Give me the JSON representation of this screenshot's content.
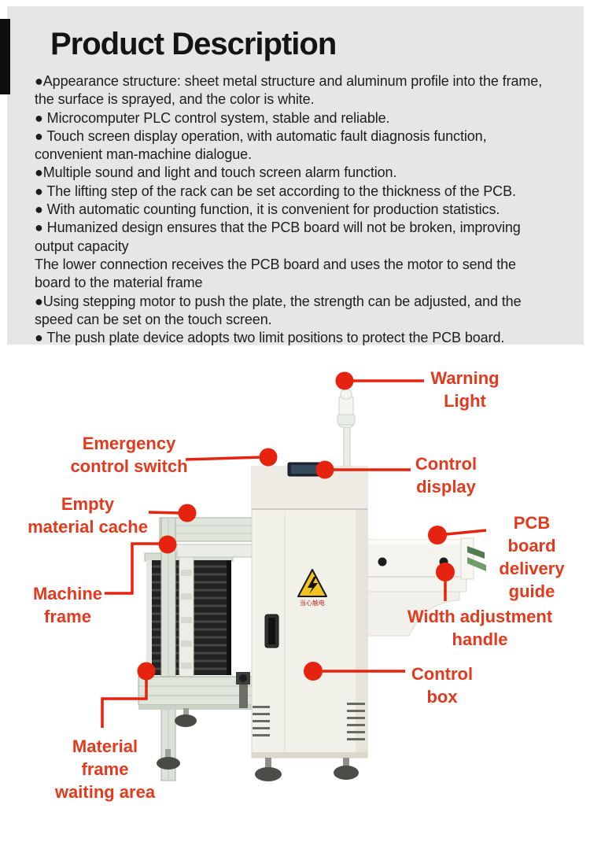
{
  "header": {
    "title": "Product Description"
  },
  "features": {
    "lines": [
      "●Appearance structure: sheet metal structure and aluminum profile into the frame,",
      "the surface is sprayed, and the color is white.",
      "● Microcomputer PLC control system, stable and reliable.",
      "● Touch screen display operation, with automatic fault diagnosis function,",
      "convenient man-machine dialogue.",
      "●Multiple sound and light and touch screen alarm function.",
      "● The lifting step of the rack can be set according to the thickness of the PCB.",
      "● With automatic counting function, it is convenient for production statistics.",
      "● Humanized design ensures that the PCB board will not be broken, improving",
      "output capacity",
      "The lower connection receives the PCB board and uses the motor to send the",
      "board to the material frame",
      "●Using stepping motor to push the plate, the strength can be adjusted, and the",
      "speed can be set on the touch screen.",
      "● The push plate device adopts two limit positions to protect the PCB board."
    ]
  },
  "diagram": {
    "sticker_text": "当心触电",
    "labels": [
      {
        "id": "warning-light",
        "text": "Warning\nLight"
      },
      {
        "id": "emergency-control-switch",
        "text": "Emergency\ncontrol switch"
      },
      {
        "id": "control-display",
        "text": "Control\ndisplay"
      },
      {
        "id": "empty-material-cache",
        "text": "Empty\nmaterial cache"
      },
      {
        "id": "machine-frame",
        "text": "Machine\nframe"
      },
      {
        "id": "pcb-board-delivery-guide",
        "text": "PCB board\ndelivery\nguide"
      },
      {
        "id": "width-adjustment-handle",
        "text": "Width adjustment\nhandle"
      },
      {
        "id": "control-box",
        "text": "Control\nbox"
      },
      {
        "id": "material-frame-waiting-area",
        "text": "Material\nframe\nwaiting area"
      }
    ]
  },
  "colors": {
    "panel_gray": "#e6e6e6",
    "accent_black": "#0f0f0f",
    "label_red": "#e33a1e",
    "marker_red": "#e6230f",
    "cabinet_beige": "#f1f0e9",
    "sticker_yellow": "#f2c31e"
  }
}
